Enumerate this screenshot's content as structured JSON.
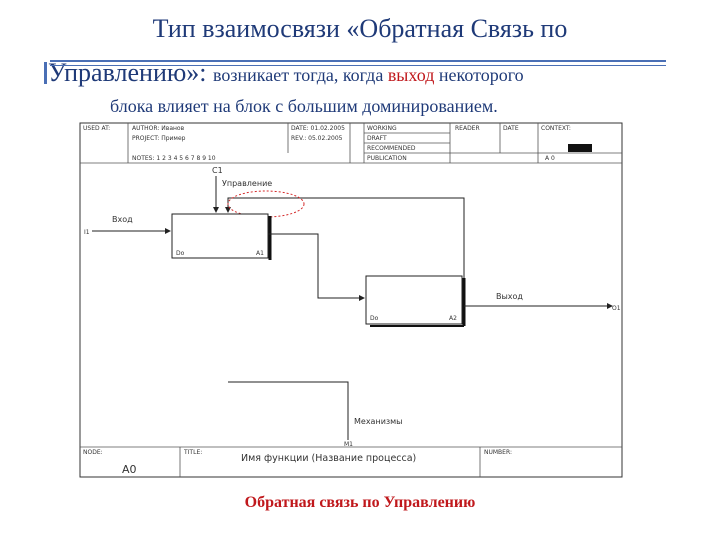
{
  "slide": {
    "title_line1": "Тип взаимосвязи «Обратная Связь по",
    "title_line2_main": "Управлению»: ",
    "title_line2_rest": "возникает тогда, когда ",
    "title_line2_red": "выход",
    "title_line2_end": " некоторого",
    "title_line3": "блока влияет на блок с большим доминированием.",
    "caption": "Обратная связь по Управлению",
    "colors": {
      "title": "#1f3a78",
      "highlight": "#c0181c",
      "rule": "#4a6fb5"
    }
  },
  "header": {
    "used_at": "USED AT:",
    "author": "AUTHOR: Иванов",
    "project": "PROJECT: Пример",
    "notes": "NOTES: 1 2 3 4 5 6 7 8 9 10",
    "date": "DATE: 01.02.2005",
    "rev": "REV.: 05.02.2005",
    "working": "WORKING",
    "draft": "DRAFT",
    "recommended": "RECOMMENDED",
    "publication": "PUBLICATION",
    "reader": "READER",
    "date2": "DATE",
    "context": "CONTEXT:",
    "context_node": "A 0"
  },
  "diagram": {
    "control_code": "C1",
    "control_label": "Управление",
    "input_label": "Вход",
    "input_code": "I1",
    "output_label": "Выход",
    "output_code": "O1",
    "mechanism_label": "Механизмы",
    "mechanism_code": "M1",
    "block1_left": "Do",
    "block1_right": "A1",
    "block2_left": "Do",
    "block2_right": "A2"
  },
  "footer": {
    "node_label": "NODE:",
    "node_value": "A0",
    "title_label": "TITLE:",
    "title_value": "Имя функции (Название процесса)",
    "number_label": "NUMBER:"
  }
}
